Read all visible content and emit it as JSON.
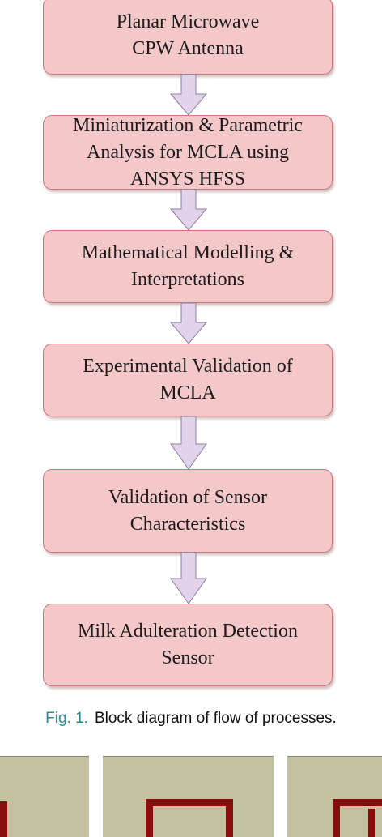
{
  "diagram": {
    "boxes": [
      {
        "id": "b1",
        "label": "Planar Microwave\nCPW Antenna"
      },
      {
        "id": "b2",
        "label": "Miniaturization & Parametric\nAnalysis for MCLA using\nANSYS HFSS"
      },
      {
        "id": "b3",
        "label": "Mathematical Modelling &\nInterpretations"
      },
      {
        "id": "b4",
        "label": "Experimental Validation of\nMCLA"
      },
      {
        "id": "b5",
        "label": "Validation of Sensor\nCharacteristics"
      },
      {
        "id": "b6",
        "label": "Milk Adulteration Detection\nSensor"
      }
    ],
    "edges": [
      {
        "from": "b1",
        "to": "b2"
      },
      {
        "from": "b2",
        "to": "b3"
      },
      {
        "from": "b3",
        "to": "b4"
      },
      {
        "from": "b4",
        "to": "b5"
      },
      {
        "from": "b5",
        "to": "b6"
      }
    ],
    "colors": {
      "box_fill": "#f4c7c9",
      "box_border": "#c9777c",
      "arrow_fill": "#e2d3ea",
      "arrow_stroke": "#8a7f9c"
    }
  },
  "caption": {
    "fig": "Fig. 1.",
    "text": "Block diagram of flow of processes."
  },
  "colors": {
    "panel_bg": "#c3c0a0",
    "trace": "#8a0d0d",
    "fig_label": "#2a8a8f"
  }
}
